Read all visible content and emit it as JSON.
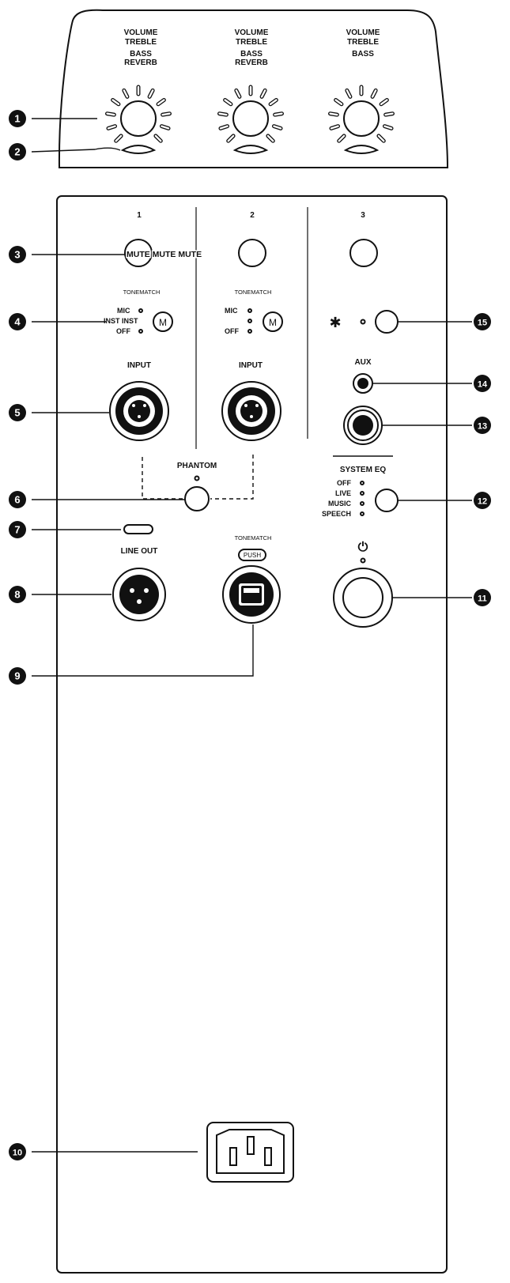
{
  "knob_panel": {
    "channels": [
      {
        "lines": [
          "VOLUME",
          "TREBLE",
          "BASS",
          "REVERB"
        ]
      },
      {
        "lines": [
          "VOLUME",
          "TREBLE",
          "BASS",
          "REVERB"
        ]
      },
      {
        "lines": [
          "VOLUME",
          "TREBLE",
          "BASS"
        ]
      }
    ]
  },
  "main_panel": {
    "channel_numbers": [
      "1",
      "2",
      "3"
    ],
    "mute_label": "MUTE MUTE MUTE",
    "tonematch_label": "TONEMATCH",
    "tonematch_letter": "M",
    "modes": [
      "MIC",
      "INST INST",
      "OFF"
    ],
    "input_label": "INPUT",
    "phantom_label": "PHANTOM",
    "aux_label": "AUX",
    "system_eq_label": "SYSTEM EQ",
    "eq_modes": [
      "OFF",
      "LIVE",
      "MUSIC",
      "SPEECH"
    ],
    "line_out_label": "LINE OUT",
    "push_label": "PUSH",
    "bluetooth_symbol": "✱",
    "power_symbol": "⏻"
  },
  "callouts": [
    "1",
    "2",
    "3",
    "4",
    "5",
    "6",
    "7",
    "8",
    "9",
    "10",
    "11",
    "12",
    "13",
    "14",
    "15"
  ],
  "colors": {
    "ink": "#111111",
    "paper": "#ffffff"
  }
}
